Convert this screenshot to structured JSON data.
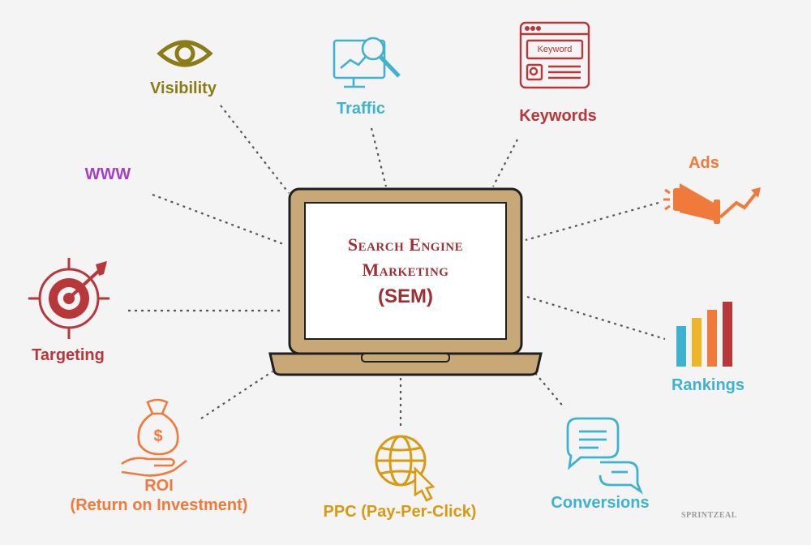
{
  "center": {
    "line1": "Search Engine",
    "line2": "Marketing",
    "line3": "(SEM)"
  },
  "labels": {
    "visibility": "Visibility",
    "traffic": "Traffic",
    "keywords": "Keywords",
    "www": "WWW",
    "ads": "Ads",
    "targeting": "Targeting",
    "rankings": "Rankings",
    "roi_line1": "ROI",
    "roi_line2": "(Return on Investment)",
    "ppc": "PPC (Pay-Per-Click)",
    "conversions": "Conversions"
  },
  "keyword_box_text": "Keyword",
  "brand": "SPRINTZEAL",
  "colors": {
    "visibility": "#8a7c16",
    "traffic": "#3fb2cf",
    "keywords": "#b7373b",
    "www": "#a43fc4",
    "ads": "#ef7a3b",
    "targeting": "#b7373b",
    "rankings": "#3fb2cf",
    "roi": "#ef7a3b",
    "ppc": "#d89a12",
    "conversions": "#3fb2cf",
    "laptop_body": "#c9a878",
    "laptop_outline": "#1f1f1f",
    "center_text": "#9e2f33"
  },
  "icons": {
    "visibility": "eye-icon",
    "traffic": "monitor-chart-magnifier-icon",
    "keywords": "browser-keyword-icon",
    "www": "none",
    "ads": "megaphone-arrow-icon",
    "targeting": "target-arrow-icon",
    "rankings": "bar-chart-icon",
    "roi": "money-bag-hand-icon",
    "ppc": "globe-cursor-icon",
    "conversions": "chat-bubbles-icon"
  }
}
